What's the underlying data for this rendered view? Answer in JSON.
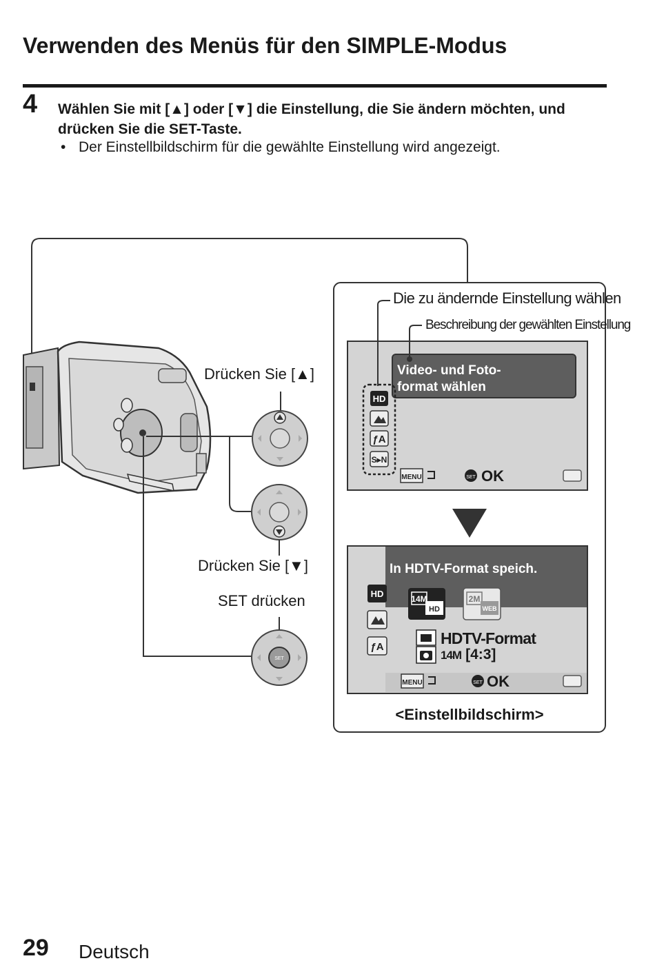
{
  "heading": "Verwenden des Menüs für den SIMPLE-Modus",
  "step": {
    "number": "4",
    "instruction": "Wählen Sie mit [▲] oder [▼] die Einstellung, die Sie ändern möchten, und drücken Sie die SET-Taste.",
    "bullet": "Der Einstellbildschirm für die gewählte Einstellung wird angezeigt."
  },
  "illustration": {
    "press_up_label": "Drücken Sie [▲]",
    "press_down_label": "Drücken Sie [▼]",
    "press_set_label": "SET drücken",
    "set_button_text": "SET",
    "annotation_select": "Die zu ändernde Einstellung wählen",
    "annotation_description": "Beschreibung der gewählten Einstellung",
    "caption": "<Einstellbildschirm>"
  },
  "screen1": {
    "description": "Video- und Foto-\nformat wählen",
    "menu_icons": [
      "HD",
      "scene-icon",
      "ƒA",
      "S▸N"
    ],
    "menu_key": "MENU",
    "set_key": "SET",
    "ok": "OK"
  },
  "screen2": {
    "heading": "In HDTV-Format speich.",
    "option1_size": "14M",
    "option1_tag": "HD",
    "option2_size": "2M",
    "option2_tag": "WEB",
    "video_format": "HDTV-Format",
    "photo_size": "14M",
    "photo_ratio": "[4:3]",
    "menu_key": "MENU",
    "set_key": "SET",
    "ok": "OK"
  },
  "page": {
    "number": "29",
    "language": "Deutsch"
  }
}
